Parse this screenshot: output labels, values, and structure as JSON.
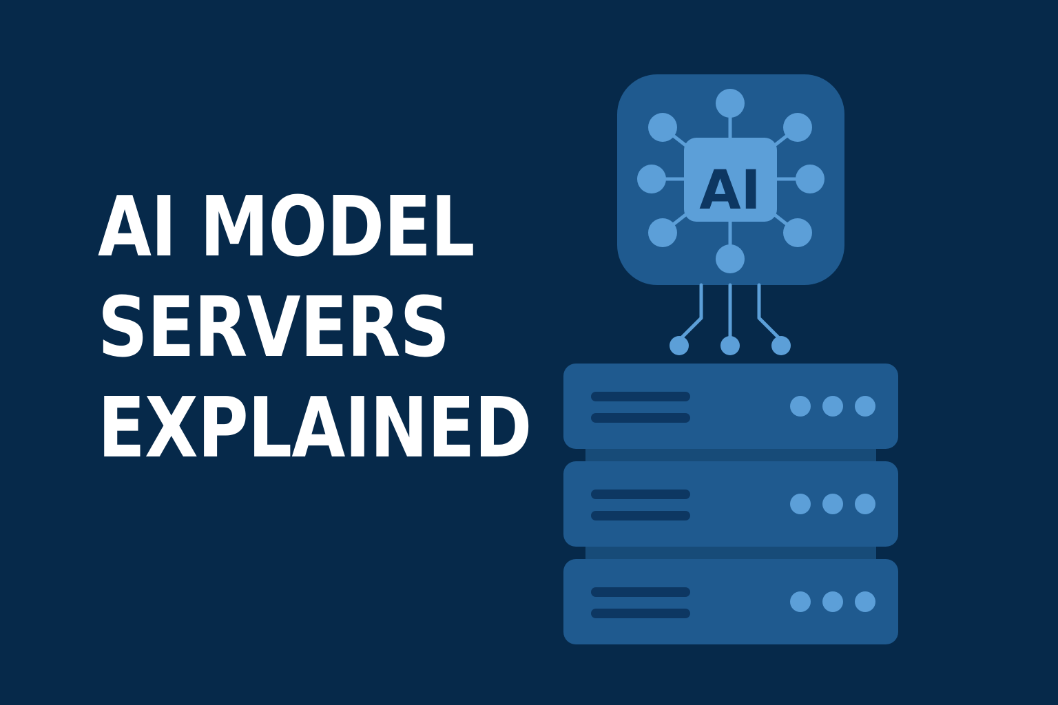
{
  "headline": {
    "lines": [
      "AI MODEL",
      "SERVERS",
      "EXPLAINED"
    ]
  },
  "chip": {
    "label": "AI",
    "icon": "ai-chip-icon"
  },
  "servers": {
    "icon": "server-rack-icon",
    "unit_count": 3
  },
  "colors": {
    "background": "#06294a",
    "text": "#ffffff",
    "panel": "#1f5a8f",
    "accent": "#5c9fd8",
    "dark_line": "#0d3762"
  }
}
